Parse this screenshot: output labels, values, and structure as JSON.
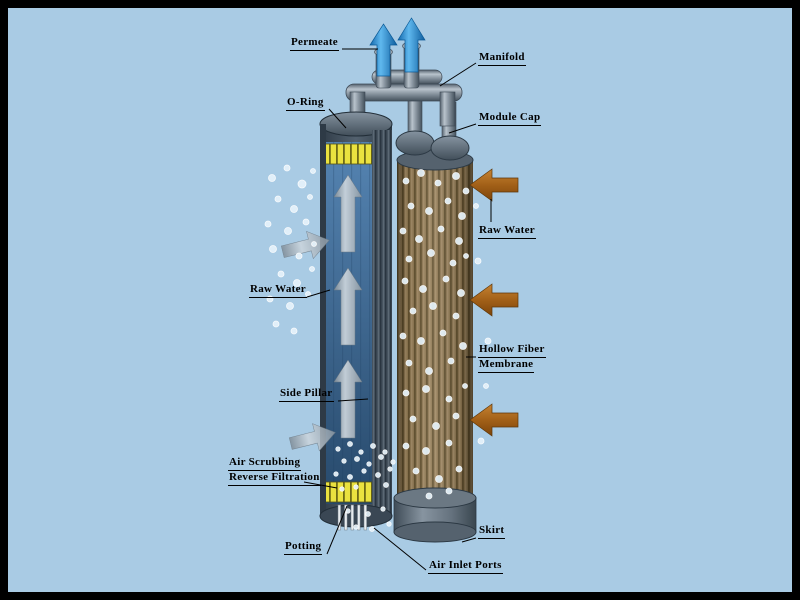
{
  "diagram": {
    "labels": {
      "permeate": "Permeate",
      "manifold": "Manifold",
      "o_ring": "O-Ring",
      "module_cap": "Module Cap",
      "raw_water_right": "Raw Water",
      "raw_water_left": "Raw Water",
      "hollow_fiber_line1": "Hollow Fiber",
      "hollow_fiber_line2": "Membrane",
      "side_pillar": "Side Pillar",
      "air_scrubbing_line1": "Air Scrubbing",
      "air_scrubbing_line2": "Reverse Filtration",
      "potting": "Potting",
      "air_inlet_ports": "Air Inlet Ports",
      "skirt": "Skirt"
    },
    "colors": {
      "background": "#a9cbe4",
      "frame": "#000000",
      "label_text": "#000000",
      "permeate_arrow_blue": "#1e8fd5",
      "raw_water_arrow_brown": "#a26018",
      "internal_flow_arrow_gray": "#aab7c2",
      "membrane_fiber_brown": "#8f7852",
      "module_shell_gray": "#46535f",
      "interior_blue": "#3a6c9a",
      "potting_yellow": "#eae23f",
      "bubble_white": "#e6f3fb",
      "pipe_gray": "#8d99a4"
    }
  }
}
